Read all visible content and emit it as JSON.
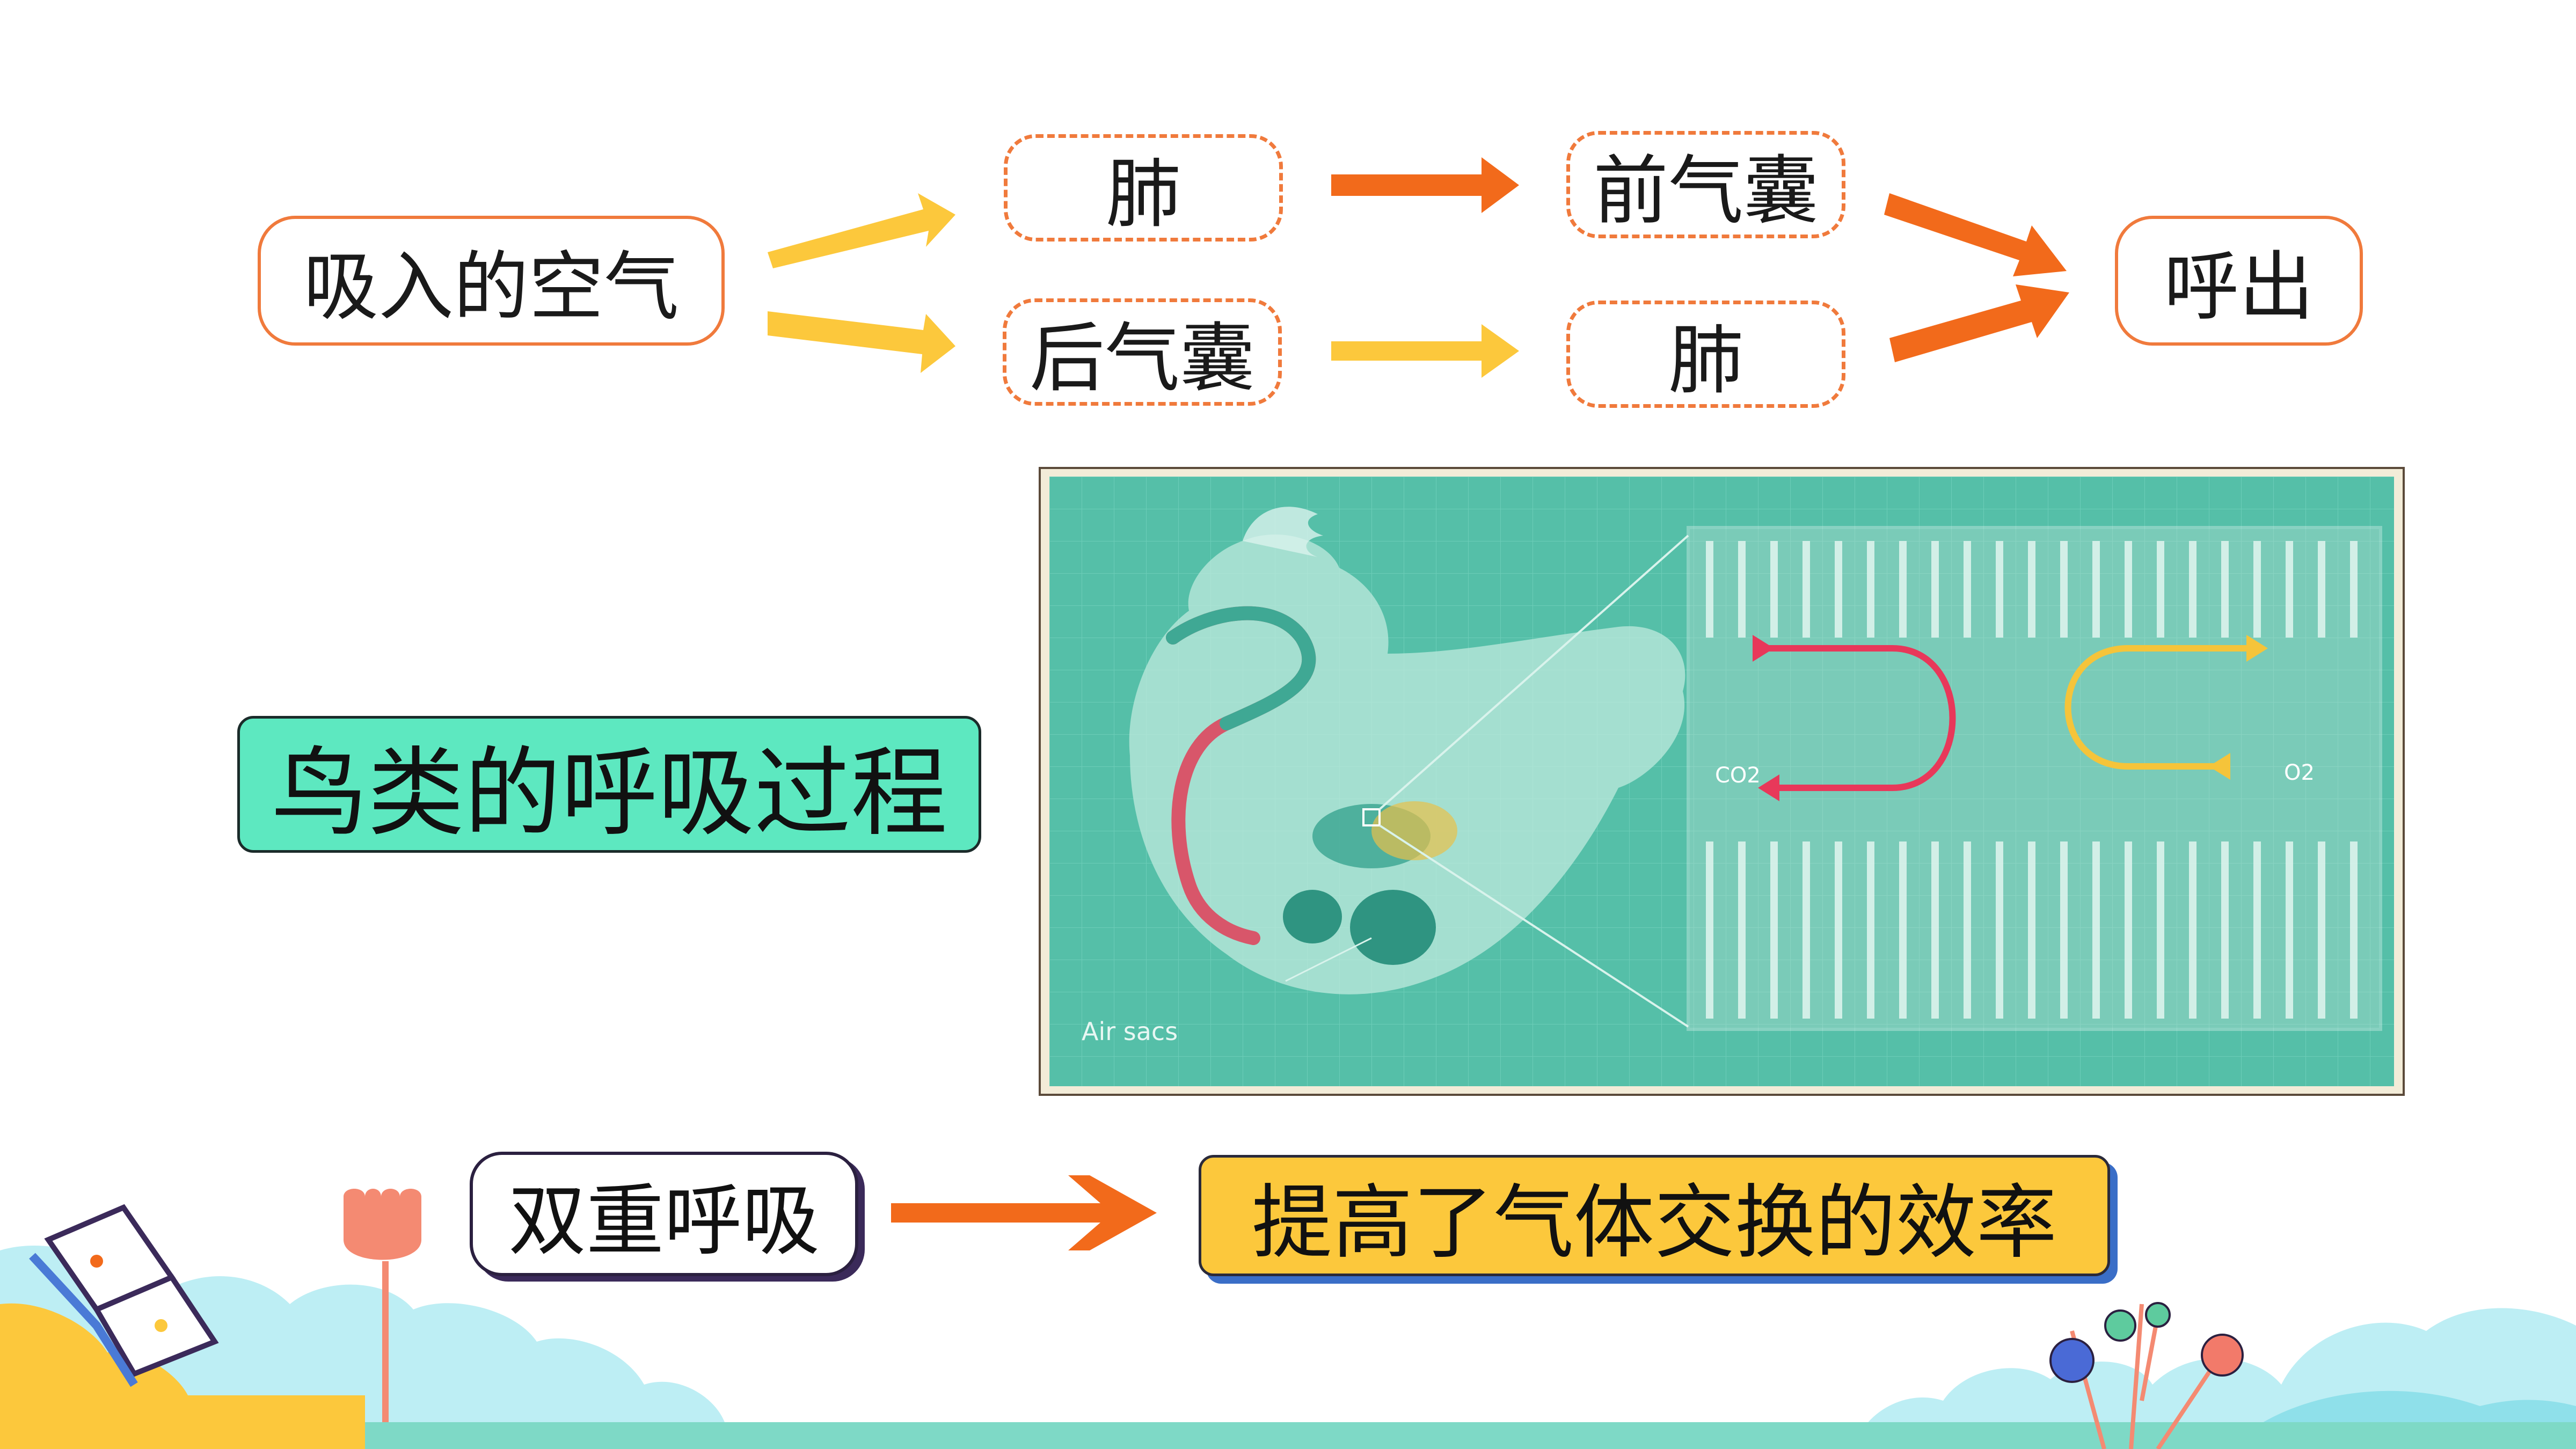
{
  "flow": {
    "start": "吸入的空气",
    "top_path": [
      "肺",
      "前气囊"
    ],
    "bottom_path": [
      "后气囊",
      "肺"
    ],
    "end": "呼出"
  },
  "title": "鸟类的呼吸过程",
  "illustration": {
    "air_sacs_label": "Air sacs",
    "co2_label": "CO2",
    "o2_label": "O2"
  },
  "conclusion": {
    "cause": "双重呼吸",
    "effect": "提高了气体交换的效率"
  },
  "colors": {
    "orange_border": "#f07a3c",
    "orange_arrow": "#f26a1b",
    "yellow_arrow": "#fcc83c",
    "title_fill": "#5de8c0",
    "result_fill": "#fcc83c",
    "teal_bg": "#55bfa8"
  }
}
